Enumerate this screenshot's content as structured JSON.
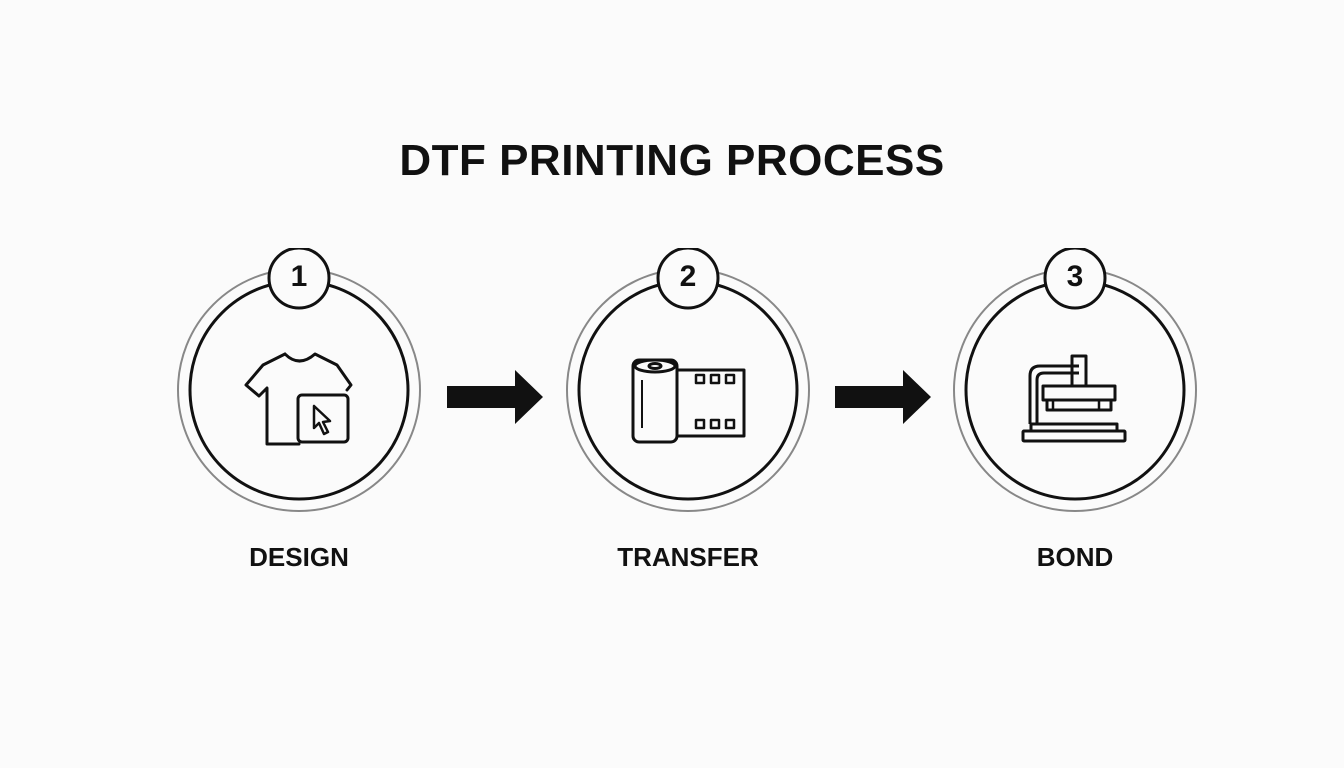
{
  "title": "DTF PRINTING PROCESS",
  "steps": [
    {
      "number": "1",
      "label": "DESIGN",
      "icon": "tshirt-cursor-icon"
    },
    {
      "number": "2",
      "label": "TRANSFER",
      "icon": "film-roll-icon"
    },
    {
      "number": "3",
      "label": "BOND",
      "icon": "heat-press-icon"
    }
  ],
  "colors": {
    "stroke": "#111111",
    "outer_ring": "#888888",
    "background": "#fbfbfb"
  }
}
